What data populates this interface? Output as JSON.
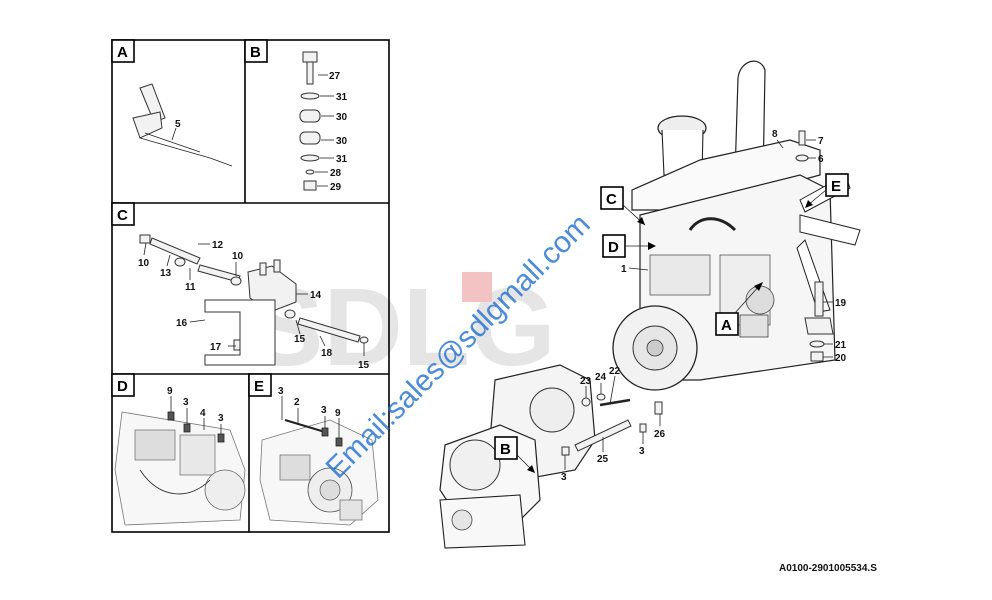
{
  "watermark": "Email:sales@sdlgmall.com",
  "background_logo": "SDLG",
  "drawing_code": "A0100-2901005534.S",
  "panels": {
    "A": {
      "letter": "A",
      "labels": [
        "5"
      ]
    },
    "B": {
      "letter": "B",
      "labels": [
        "27",
        "31",
        "30",
        "30",
        "31",
        "28",
        "29"
      ]
    },
    "C": {
      "letter": "C",
      "labels": [
        "10",
        "12",
        "13",
        "10",
        "11",
        "14",
        "16",
        "15",
        "18",
        "17",
        "15"
      ]
    },
    "D": {
      "letter": "D",
      "labels": [
        "9",
        "3",
        "4",
        "3"
      ]
    },
    "E": {
      "letter": "E",
      "labels": [
        "3",
        "2",
        "3",
        "9"
      ]
    }
  },
  "main": {
    "callouts": [
      "C",
      "D",
      "E",
      "A",
      "B"
    ],
    "labels": [
      "8",
      "7",
      "6",
      "1",
      "19",
      "21",
      "20",
      "23",
      "24",
      "22",
      "26",
      "3",
      "25",
      "3"
    ]
  },
  "colors": {
    "watermark": "#1f6fd0",
    "line": "#000000",
    "background_logo": "#e5e5e5",
    "accent_red": "#e03030"
  }
}
